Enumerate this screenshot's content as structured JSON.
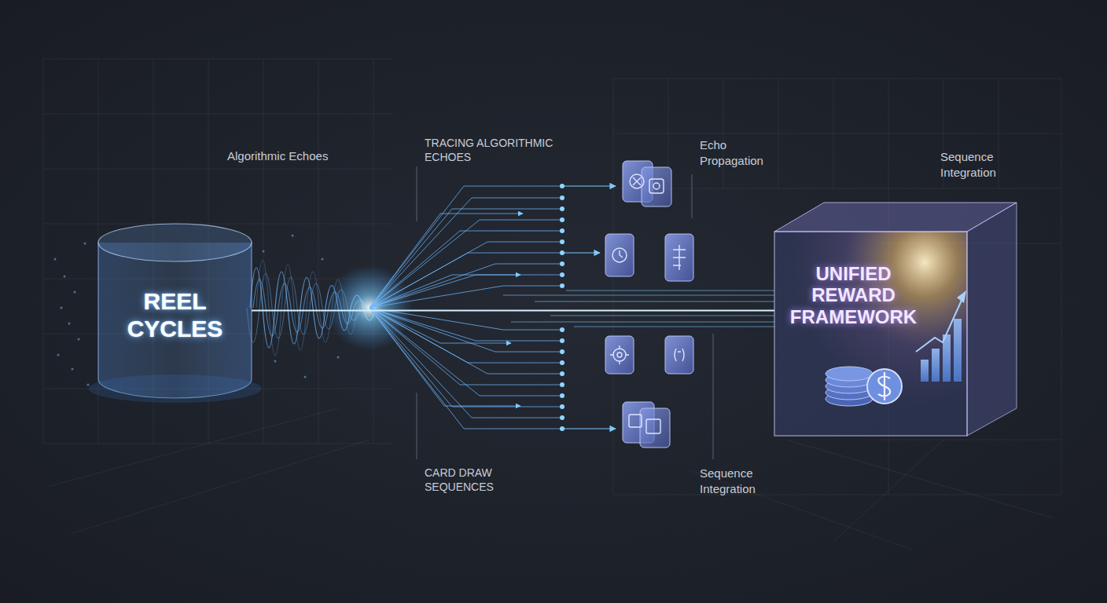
{
  "diagram": {
    "nodes": [
      {
        "text": [
          "REEL CYCLES"
        ]
      },
      {
        "text": [
          "UNIFIED REWARD FRAMEWORK"
        ]
      }
    ],
    "edges": [
      {
        "from": 0,
        "to": 1,
        "arrow": "none"
      }
    ],
    "labels": [
      "Algorithmic Echoes",
      "TRACING ALGORITHMIC ECHOES",
      "Echo Propagation",
      "Sequence Integration",
      "CARD DRAW SEQUENCES",
      "Sequence Integration"
    ]
  }
}
